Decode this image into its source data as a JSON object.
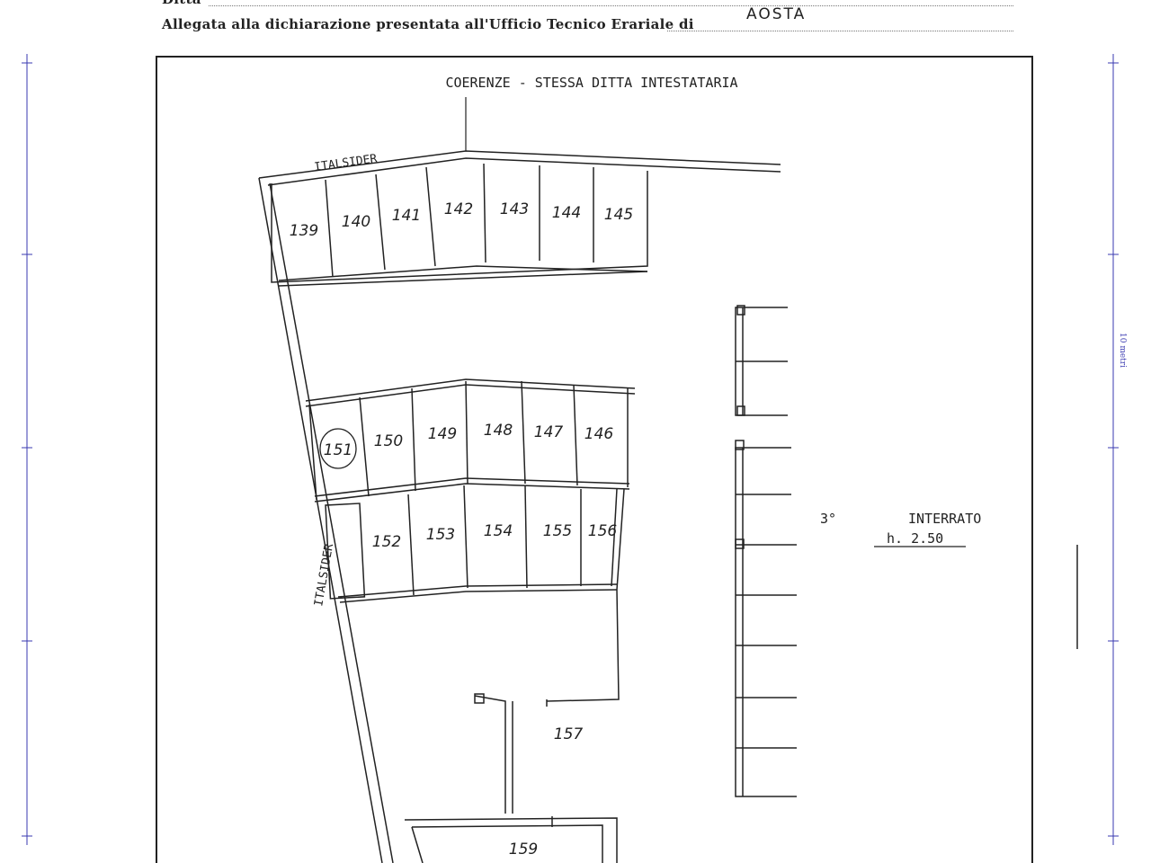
{
  "header": {
    "top_label": "Ditta",
    "line_text": "Allegata alla dichiarazione presentata all'Ufficio Tecnico Erariale di",
    "office_city": "AOSTA"
  },
  "plan": {
    "title": "COERENZE - STESSA DITTA INTESTATARIA",
    "level": "3°",
    "level_name": "INTERRATO",
    "height": "h. 2.50",
    "neighbor_top": "ITALSIDER",
    "neighbor_left": "ITALSIDER",
    "circled_unit": "151",
    "units_row1": [
      "139",
      "140",
      "141",
      "142",
      "143",
      "144",
      "145"
    ],
    "units_row2": [
      "151",
      "150",
      "149",
      "148",
      "147",
      "146"
    ],
    "units_row3": [
      "152",
      "153",
      "154",
      "155",
      "156"
    ],
    "unit_157": "157",
    "unit_159": "159"
  },
  "scale": {
    "label": "10 metri",
    "color": "#3a3ab0"
  }
}
